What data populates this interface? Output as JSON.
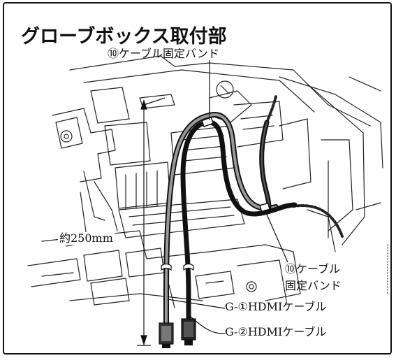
{
  "title": "グローブボックス取付部",
  "labels": {
    "band_top": "⑩ケーブル固定バンド",
    "length": "約250mm",
    "band_right_line1": "⑩ケーブル",
    "band_right_line2": "固定バンド",
    "cable_g1": "G-①HDMIケーブル",
    "cable_g2": "G-②HDMIケーブル"
  }
}
